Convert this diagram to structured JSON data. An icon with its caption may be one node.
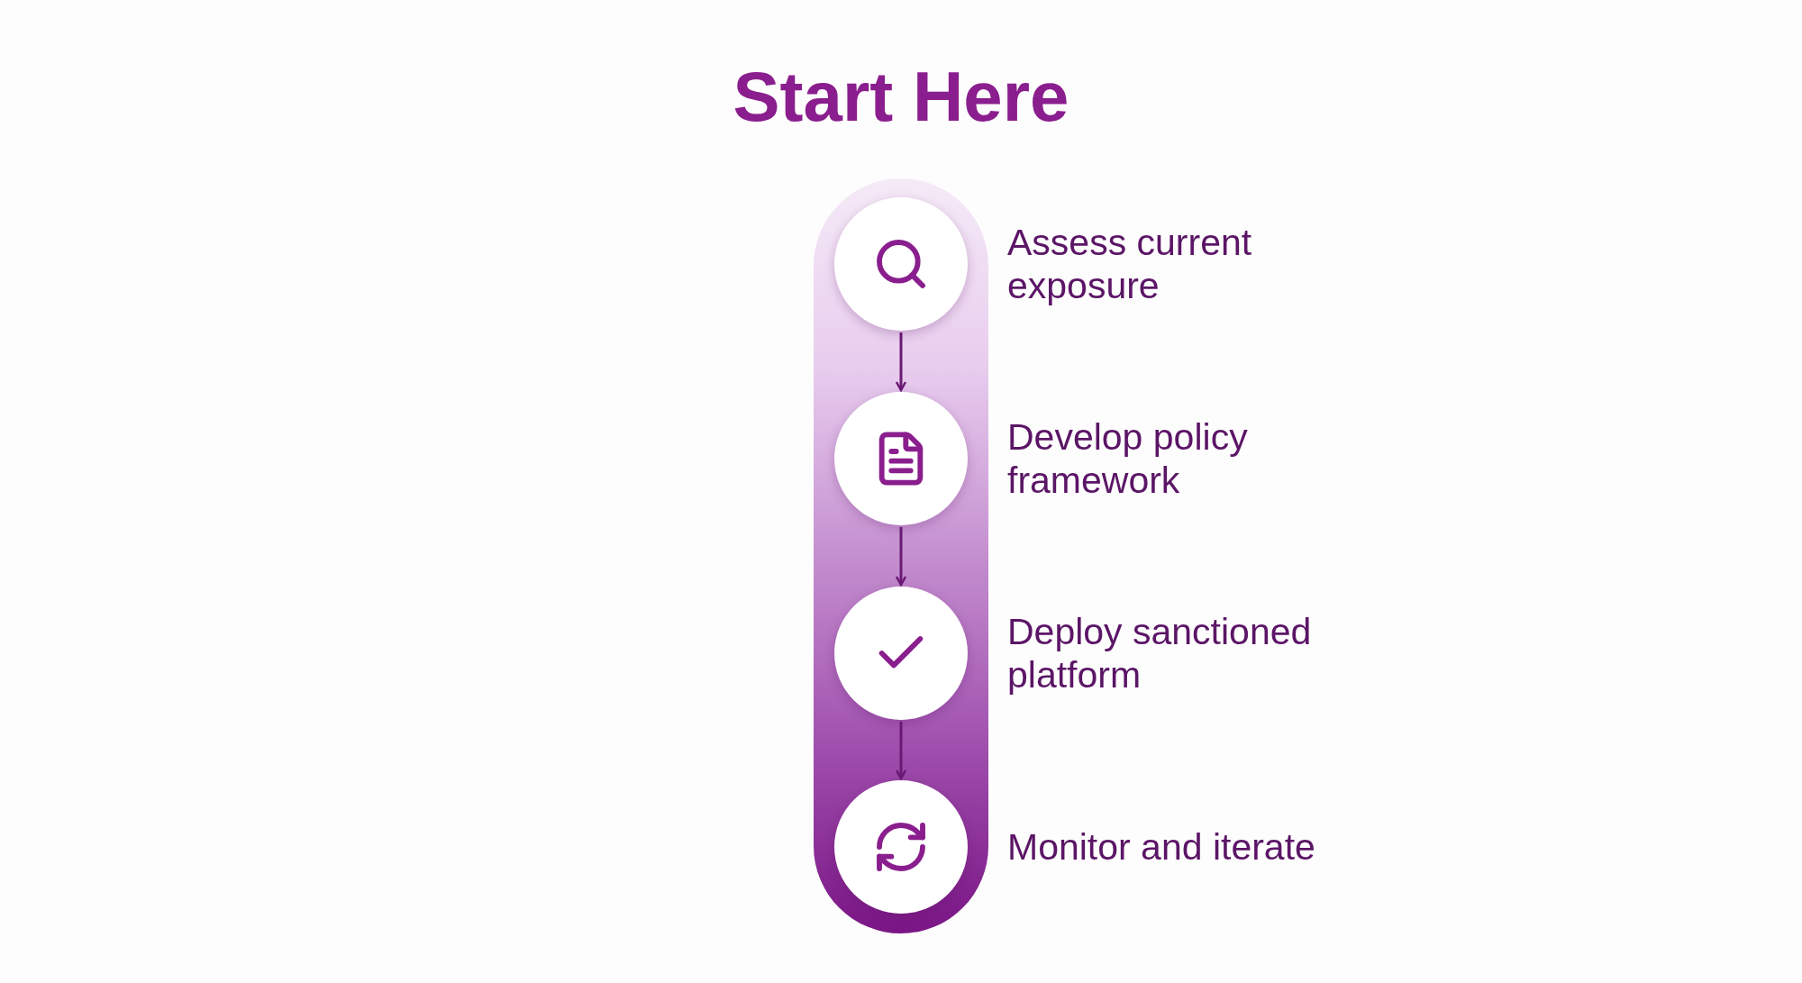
{
  "diagram": {
    "title": "Start Here",
    "nodes": [
      {
        "text": [],
        "shape": "circle",
        "beside": [
          "Assess current exposure"
        ]
      },
      {
        "text": [],
        "shape": "circle",
        "beside": [
          "Develop policy framework"
        ]
      },
      {
        "text": [],
        "shape": "circle",
        "beside": [
          "Deploy sanctioned platform"
        ]
      },
      {
        "text": [],
        "shape": "circle",
        "beside": [
          "Monitor and iterate"
        ]
      }
    ],
    "edges": [
      {
        "from": 0,
        "to": 1,
        "arrow": "to"
      },
      {
        "from": 1,
        "to": 2,
        "arrow": "to"
      },
      {
        "from": 2,
        "to": 3,
        "arrow": "to"
      }
    ]
  }
}
